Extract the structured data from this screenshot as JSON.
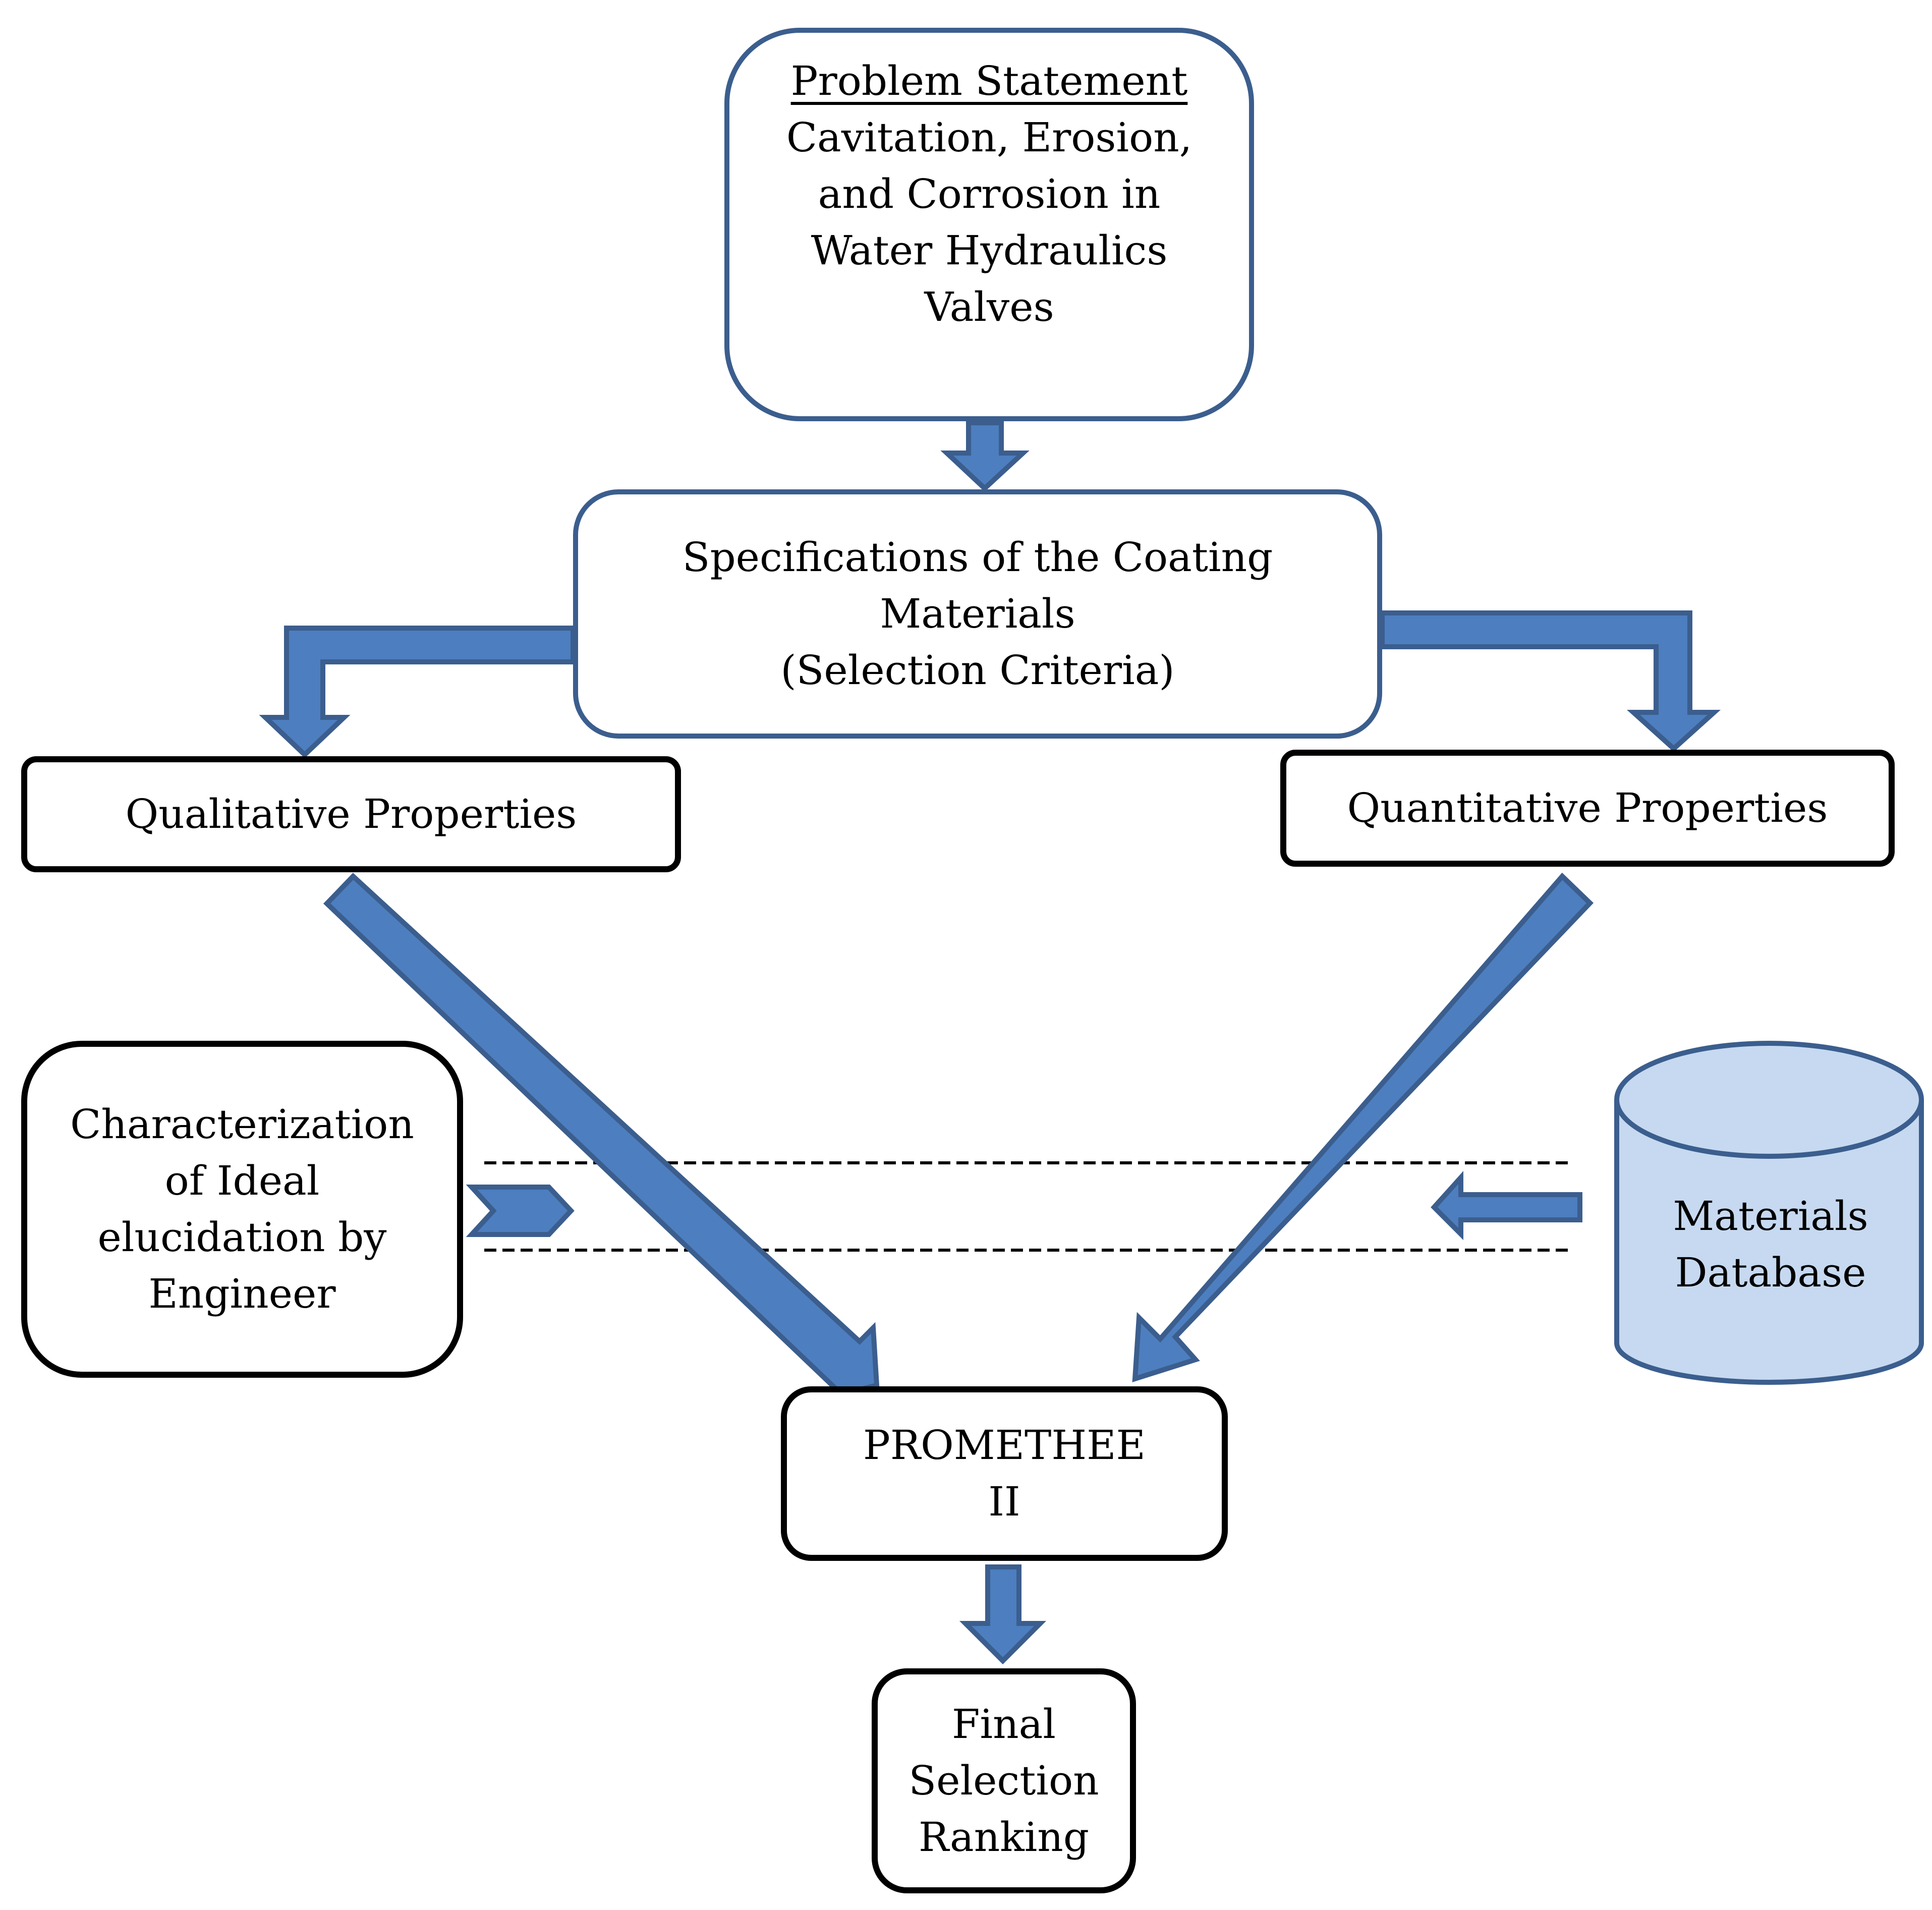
{
  "diagram": {
    "problem": {
      "heading": "Problem Statement",
      "lines": [
        "Cavitation, Erosion,",
        "and Corrosion in",
        "Water Hydraulics",
        "Valves"
      ]
    },
    "specifications": {
      "lines": [
        "Specifications of the Coating",
        "Materials",
        "(Selection Criteria)"
      ]
    },
    "qualitative": {
      "label": "Qualitative Properties"
    },
    "quantitative": {
      "label": "Quantitative Properties"
    },
    "characterization": {
      "lines": [
        "Characterization",
        "of Ideal",
        "elucidation by",
        "Engineer"
      ]
    },
    "database": {
      "lines": [
        "Materials",
        "Database"
      ]
    },
    "promethee": {
      "lines": [
        "PROMETHEE",
        "II"
      ]
    },
    "final": {
      "lines": [
        "Final",
        "Selection",
        "Ranking"
      ]
    }
  },
  "colors": {
    "arrow_fill": "#4d7ebf",
    "arrow_stroke": "#3b5e8e",
    "box_border_blue": "#3b5e8e",
    "box_border_black": "#000000",
    "database_fill": "#c6d9f0"
  }
}
